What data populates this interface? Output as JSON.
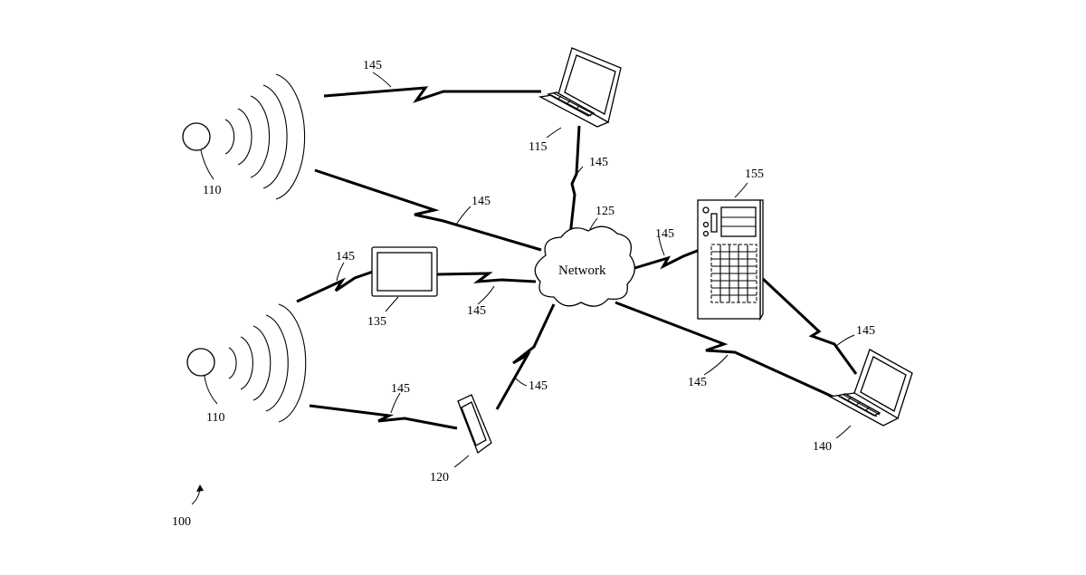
{
  "figure": {
    "figure_number": "100",
    "network_label": "Network",
    "network_ref": "125",
    "link_ref": "145",
    "devices": {
      "antenna_top": "110",
      "antenna_bottom": "110",
      "laptop_top": "115",
      "phone": "120",
      "tablet": "135",
      "laptop_right": "140",
      "server": "155"
    }
  }
}
